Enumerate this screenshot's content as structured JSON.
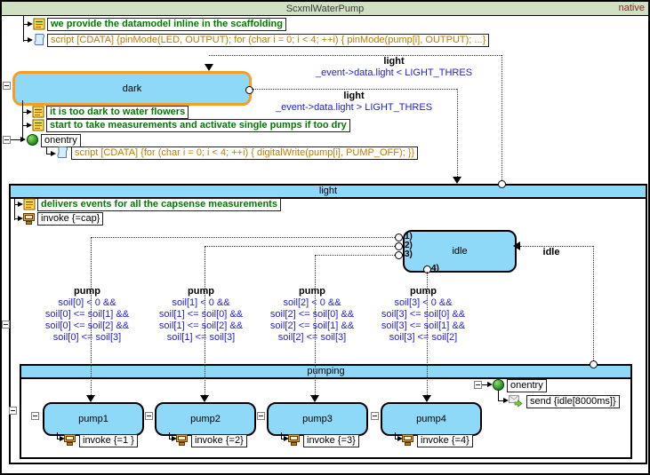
{
  "title": {
    "app": "ScxmlWaterPump",
    "mode": "native"
  },
  "colors": {
    "state_fill": "#8ed9f8",
    "dark_border": "#f59d25",
    "title_bg": "#cfe0c3",
    "note_text": "#007a00",
    "script_text": "#bf7c00",
    "cond_text": "#2222cc",
    "native_text": "#8b2323"
  },
  "root": {
    "note": "we provide the datamodel inline in the scaffolding",
    "script": "script [CDATA] {pinMode(LED, OUTPUT); for (char i = 0; i < 4; ++i) {   pinMode(pump[i], OUTPUT); ...}"
  },
  "dark": {
    "label": "dark",
    "note1": "it is too dark to water flowers",
    "note2": "start to take measurements and activate single pumps if too dry",
    "onentry": "onentry",
    "script": "script [CDATA] {for (char i = 0; i < 4; ++i) {   digitalWrite(pump[i], PUMP_OFF); }}"
  },
  "transitions": {
    "light_to_dark": {
      "event": "light",
      "cond": "_event->data.light < LIGHT_THRES"
    },
    "dark_to_light": {
      "event": "light",
      "cond": "_event->data.light > LIGHT_THRES"
    },
    "idle_loop": {
      "event": "idle"
    },
    "pumps": [
      {
        "port": "1)",
        "event": "pump",
        "conds": [
          "soil[0] < 0 &&",
          "soil[0] <= soil[1] &&",
          "soil[0] <= soil[2] &&",
          "soil[0] <= soil[3]"
        ]
      },
      {
        "port": "2)",
        "event": "pump",
        "conds": [
          "soil[1] < 0 &&",
          "soil[1] <= soil[0] &&",
          "soil[1] <= soil[2] &&",
          "soil[1] <= soil[3]"
        ]
      },
      {
        "port": "3)",
        "event": "pump",
        "conds": [
          "soil[2] < 0 &&",
          "soil[2] <= soil[0] &&",
          "soil[2] <= soil[1] &&",
          "soil[2] <= soil[3]"
        ]
      },
      {
        "port": "4)",
        "event": "pump",
        "conds": [
          "soil[3] < 0 &&",
          "soil[3] <= soil[0] &&",
          "soil[3] <= soil[1] &&",
          "soil[3] <= soil[2]"
        ]
      }
    ]
  },
  "light": {
    "label": "light",
    "note": "delivers events for all the capsense measurements",
    "invoke": "invoke {=cap}",
    "idle": {
      "label": "idle"
    },
    "pumping": {
      "label": "pumping",
      "onentry": "onentry",
      "send": "send {idle[8000ms]}",
      "states": [
        {
          "label": "pump1",
          "invoke": "invoke {=1 }"
        },
        {
          "label": "pump2",
          "invoke": "invoke {=2}"
        },
        {
          "label": "pump3",
          "invoke": "invoke {=3}"
        },
        {
          "label": "pump4",
          "invoke": "invoke {=4}"
        }
      ]
    }
  }
}
